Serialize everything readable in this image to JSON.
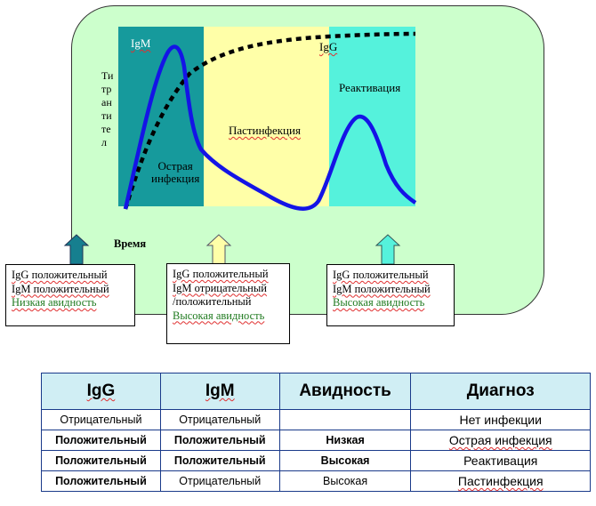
{
  "diagram": {
    "phases": [
      {
        "label": "IgM",
        "color": "#169a9c"
      },
      {
        "label": "Пастинфекция",
        "color": "#ffffa8"
      },
      {
        "label": "Реактивация",
        "color": "#55f2dc"
      }
    ],
    "acute_label_line1": "Острая",
    "acute_label_line2": "инфекция",
    "igg_label": "IgG",
    "y_axis_letters": [
      "Ти",
      "тр",
      "ан",
      "ти",
      "те",
      "л"
    ],
    "x_axis_label": "Время",
    "igm_curve_color": "#1414e6",
    "igg_curve_color": "#000000",
    "arrow_colors": [
      "#167f8f",
      "#ffffa8",
      "#55f2dc"
    ]
  },
  "info_boxes": [
    {
      "line1": "IgG положительный",
      "line2": "IgM положительный",
      "line3": "Низкая авидность"
    },
    {
      "line1": "IgG положительный",
      "line2": "IgM отрицательный",
      "line3": "/положительный",
      "line4": "Высокая авидность"
    },
    {
      "line1": "IgG положительный",
      "line2": "IgM положительный",
      "line3": "Высокая авидность"
    }
  ],
  "table": {
    "headers": [
      "IgG",
      "IgM",
      "Авидность",
      "Диагноз"
    ],
    "rows": [
      [
        "Отрицательный",
        "Отрицательный",
        "",
        "Нет инфекции"
      ],
      [
        "Положительный",
        "Положительный",
        "Низкая",
        "Острая инфекция"
      ],
      [
        "Положительный",
        "Положительный",
        "Высокая",
        "Реактивация"
      ],
      [
        "Положительный",
        "Отрицательный",
        "Высокая",
        "Пастинфекция"
      ]
    ]
  }
}
